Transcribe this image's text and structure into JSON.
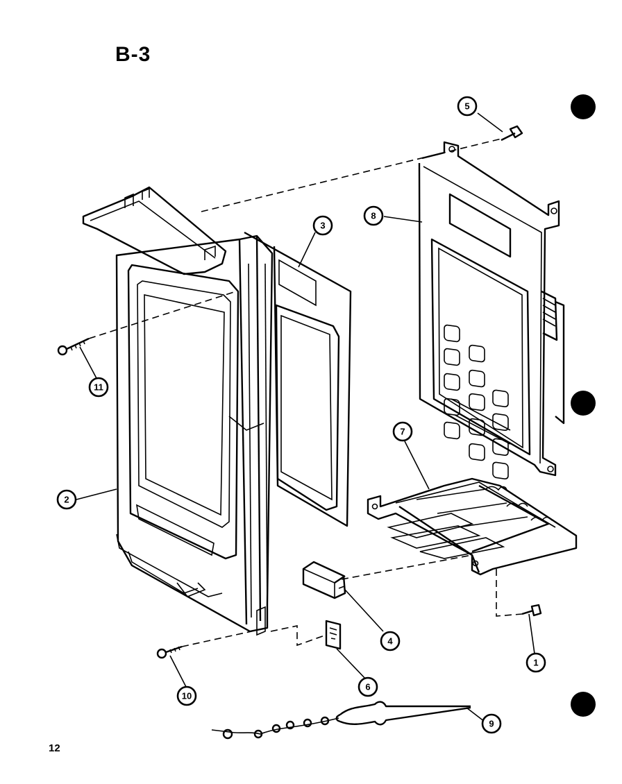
{
  "diagram_title": "B-3",
  "page_number": "12",
  "callouts": [
    {
      "id": "c1",
      "label": "1"
    },
    {
      "id": "c2",
      "label": "2"
    },
    {
      "id": "c3",
      "label": "3"
    },
    {
      "id": "c4",
      "label": "4"
    },
    {
      "id": "c5",
      "label": "5"
    },
    {
      "id": "c6",
      "label": "6"
    },
    {
      "id": "c7",
      "label": "7"
    },
    {
      "id": "c8",
      "label": "8"
    },
    {
      "id": "c9",
      "label": "9"
    },
    {
      "id": "c10",
      "label": "10"
    },
    {
      "id": "c11",
      "label": "11"
    }
  ],
  "colors": {
    "ink": "#000000",
    "paper": "#ffffff"
  }
}
